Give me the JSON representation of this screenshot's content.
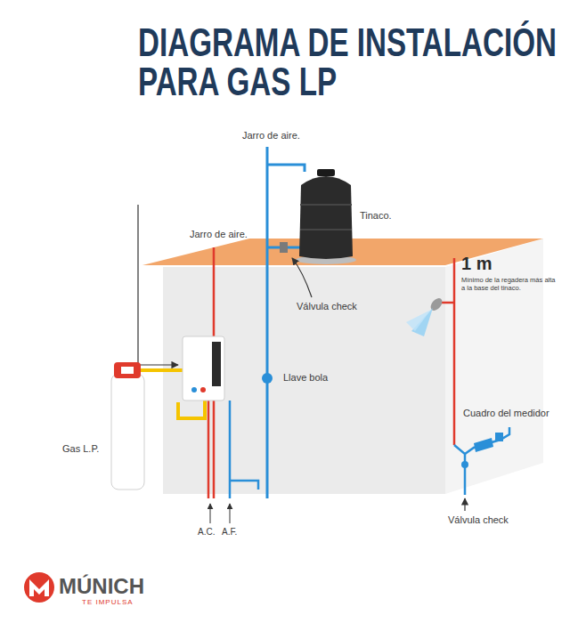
{
  "diagram": {
    "title": "DIAGRAMA DE INSTALACIÓN PARA GAS LP",
    "labels": [
      "Jarro de aire.",
      "Tinaco.",
      "Jarro de aire.",
      "Válvula check",
      "1 m",
      "Mínimo de la regadera más alta a la base del tinaco.",
      "Llave bola",
      "Cuadro del medidor",
      "Gas L.P.",
      "Válvula check",
      "A.C.",
      "A.F.",
      "MÚNICH",
      "TE IMPULSA"
    ]
  }
}
